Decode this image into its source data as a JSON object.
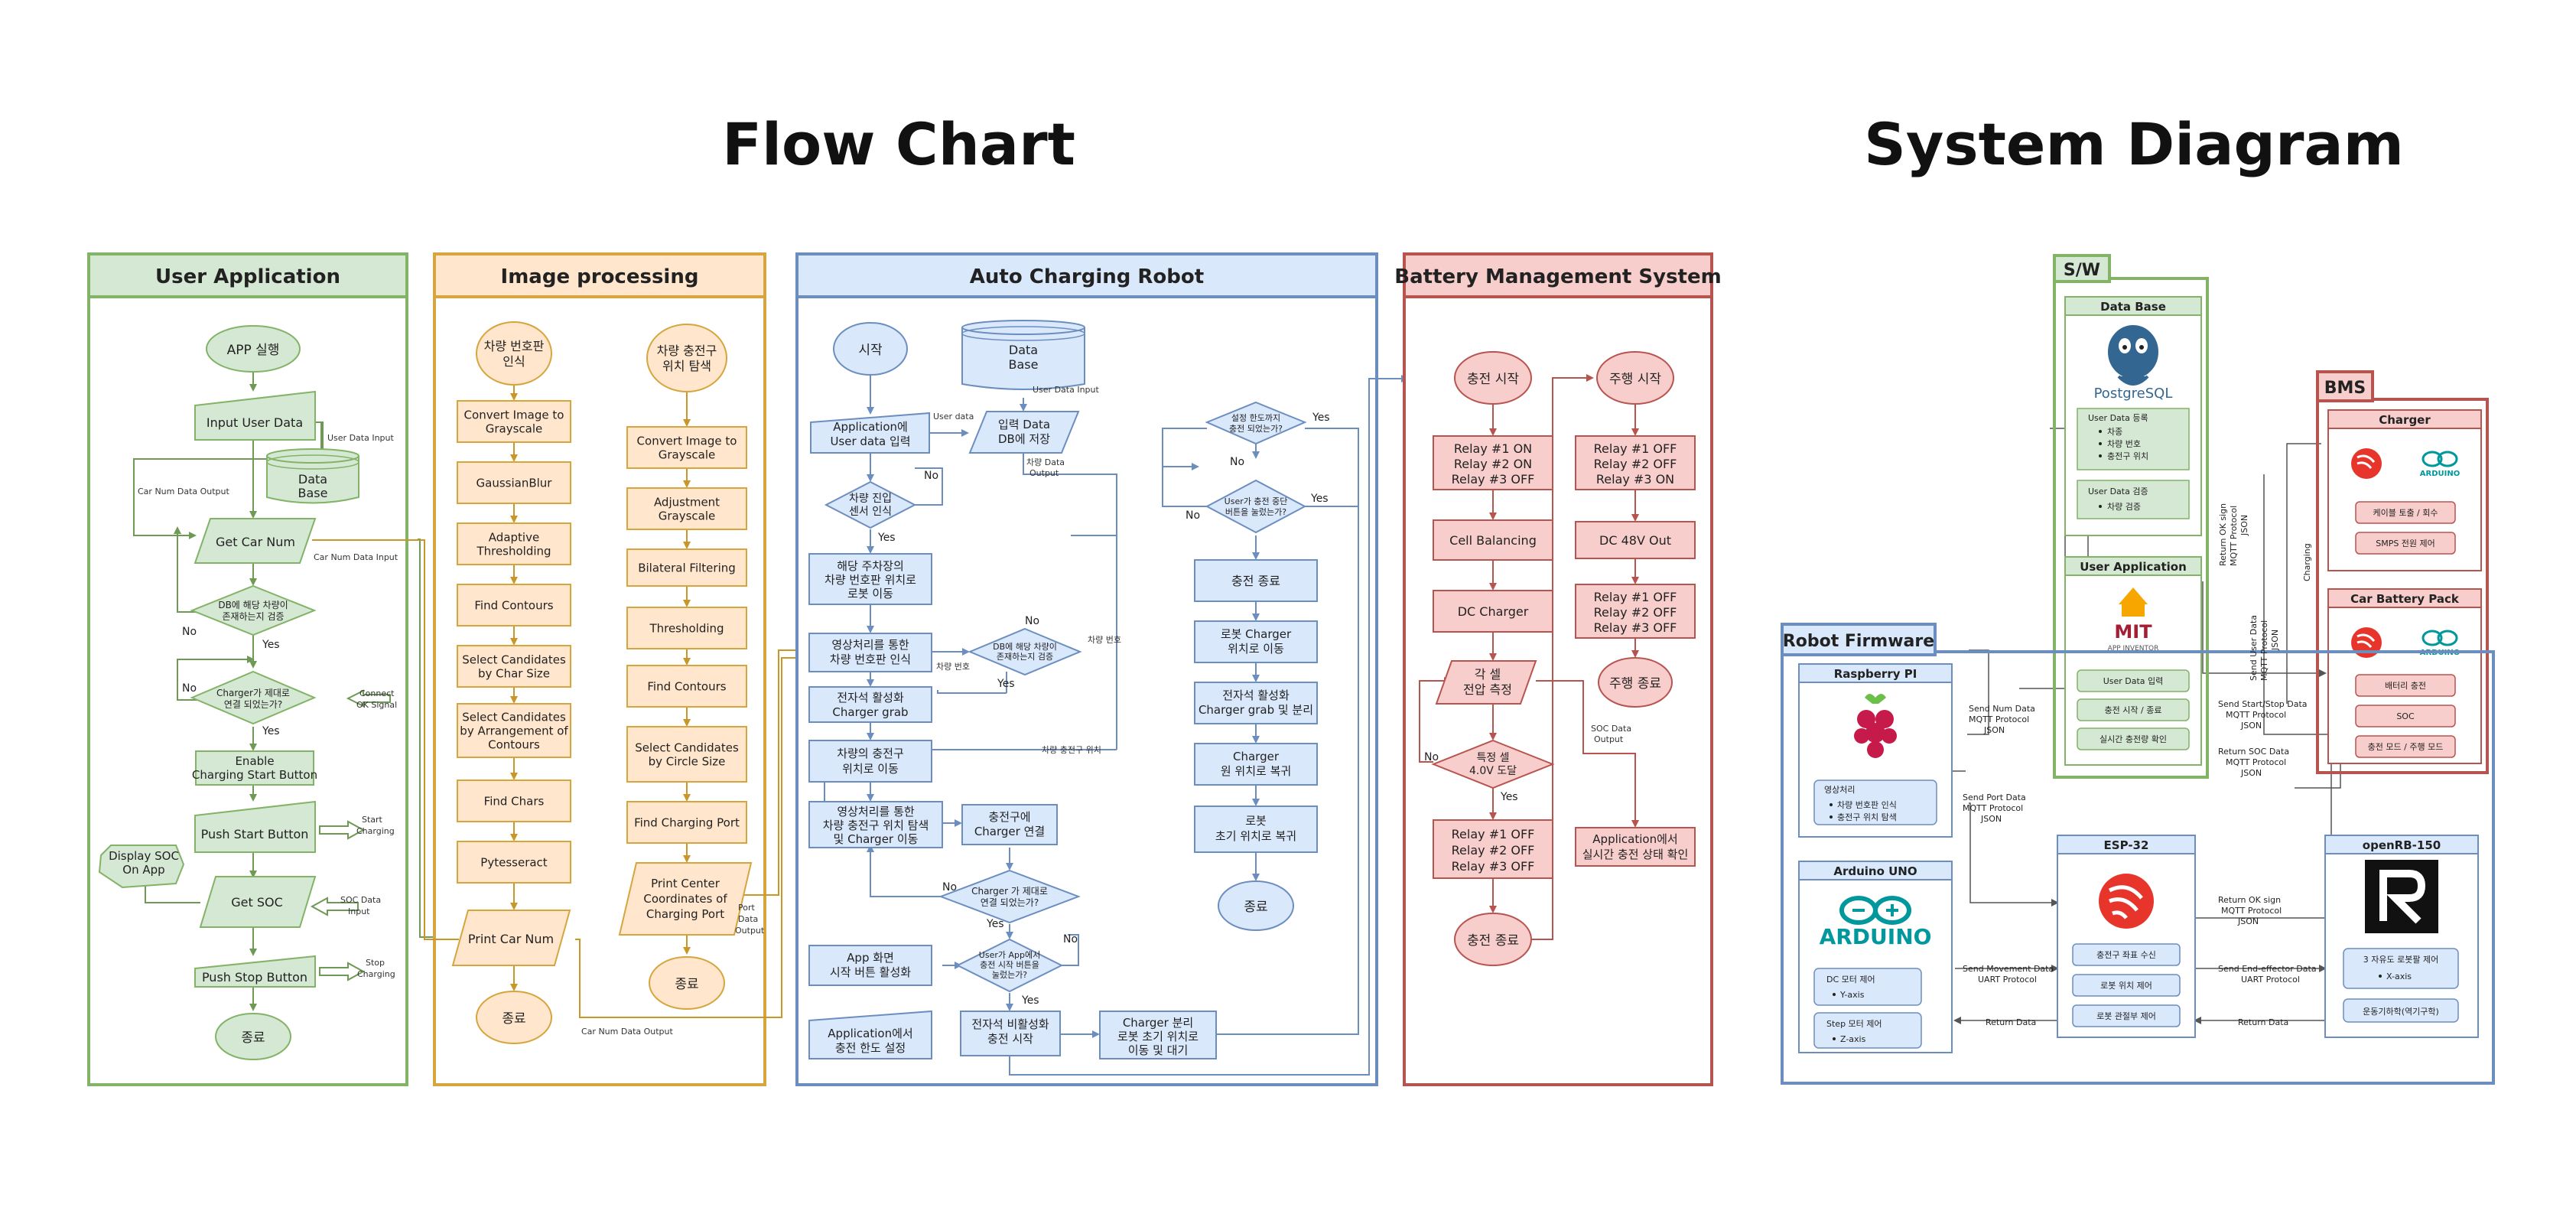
{
  "titles": {
    "left": "Flow Chart",
    "right": "System Diagram"
  },
  "user_app": {
    "header": "User Application",
    "start": "APP 실행",
    "input_user_data": "Input User Data",
    "user_data_input_label": "User Data Input",
    "database": [
      "Data",
      "Base"
    ],
    "car_num_data_output": "Car Num Data Output",
    "get_car_num": "Get Car Num",
    "car_num_data_input": "Car Num Data Input",
    "db_check": [
      "DB에 해당 차량이",
      "존재하는지 검증"
    ],
    "yes": "Yes",
    "no": "No",
    "charger_check": [
      "Charger가 제대로",
      "연결 되었는가?"
    ],
    "connect_ok": [
      "Connect",
      "OK Signal"
    ],
    "enable_button": [
      "Enable",
      "Charging Start Button"
    ],
    "push_start": "Push Start Button",
    "start_charging": [
      "Start",
      "Charging"
    ],
    "display_soc": [
      "Display SOC",
      "On App"
    ],
    "get_soc": "Get SOC",
    "soc_data_input": [
      "SOC Data",
      "Input"
    ],
    "push_stop": "Push Stop Button",
    "stop_charging": [
      "Stop",
      "Charging"
    ],
    "end": "종료"
  },
  "image_proc": {
    "header": "Image processing",
    "start_a": [
      "차량 번호판",
      "인식"
    ],
    "start_b": [
      "차량 충전구",
      "위치 탐색"
    ],
    "col_a": [
      [
        "Convert Image to",
        "Grayscale"
      ],
      [
        "GaussianBlur"
      ],
      [
        "Adaptive",
        "Thresholding"
      ],
      [
        "Find Contours"
      ],
      [
        "Select Candidates",
        "by Char Size"
      ],
      [
        "Select Candidates",
        "by Arrangement of",
        "Contours"
      ],
      [
        "Find Chars"
      ],
      [
        "Pytesseract"
      ]
    ],
    "print_car_num": "Print Car Num",
    "end_a": "종료",
    "col_b": [
      [
        "Convert Image to",
        "Grayscale"
      ],
      [
        "Adjustment",
        "Grayscale"
      ],
      [
        "Bilateral Filtering"
      ],
      [
        "Thresholding"
      ],
      [
        "Find Contours"
      ],
      [
        "Select Candidates",
        "by Circle Size"
      ],
      [
        "Find Charging Port"
      ]
    ],
    "print_center": [
      "Print Center",
      "Coordinates of",
      "Charging Port"
    ],
    "port_data_output": [
      "Port",
      "Data",
      "Output"
    ],
    "end_b": "종료",
    "car_num_data_output": "Car Num Data Output"
  },
  "robot": {
    "header": "Auto Charging Robot",
    "start": "시작",
    "database": [
      "Data",
      "Base"
    ],
    "user_data_input": "User Data Input",
    "app_input": [
      "Application에",
      "User data 입력"
    ],
    "user_data": "User data",
    "save_db": [
      "입력 Data",
      "DB에 저장"
    ],
    "car_data_output": [
      "차량 Data",
      "Output"
    ],
    "car_enter": [
      "차량 진입",
      "센서 인식"
    ],
    "move_robot": [
      "해당 주차장의",
      "차량 번호판 위치로",
      "로봇 이동"
    ],
    "recognize_plate": [
      "영상처리를 통한",
      "차량 번호판 인식"
    ],
    "car_number": "차량 번호",
    "db_check": [
      "DB에 해당 차량이",
      "존재하는지 검증"
    ],
    "magnet_grab": [
      "전자석 활성화",
      "Charger grab"
    ],
    "move_port": [
      "차량의 충전구",
      "위치로 이동"
    ],
    "port_position": "차량 충전구 위치",
    "search_port": [
      "영상처리를 통한",
      "차량 충전구 위치 탐색",
      "및 Charger 이동"
    ],
    "connect_charger": [
      "충전구에",
      "Charger 연결"
    ],
    "charger_connected": [
      "Charger 가 제대로",
      "연결 되었는가?"
    ],
    "app_start_btn": [
      "App 화면",
      "시작 버튼 활성화"
    ],
    "user_pressed": [
      "User가 App에서",
      "충전 시작 버튼을",
      "눌렀는가?"
    ],
    "app_limit": [
      "Application에서",
      "충전 한도 설정"
    ],
    "magnet_off": [
      "전자석 비활성화",
      "충전 시작"
    ],
    "charger_separate": [
      "Charger 분리",
      "로봇 초기 위치로",
      "이동 및 대기"
    ],
    "limit_reached": [
      "설정 한도까지",
      "충전 되었는가?"
    ],
    "user_stop": [
      "User가 충전 중단",
      "버튼을 눌렀는가?"
    ],
    "charge_end": "충전 종료",
    "robot_to_charger": [
      "로봇 Charger",
      "위치로 이동"
    ],
    "magnet_grab_sep": [
      "전자석 활성화",
      "Charger grab 및 분리"
    ],
    "charger_return": [
      "Charger",
      "원 위치로 복귀"
    ],
    "robot_return": [
      "로봇",
      "초기 위치로 복귀"
    ],
    "end": "종료",
    "yes": "Yes",
    "no": "No"
  },
  "bms": {
    "header": "Battery Management System",
    "charge_start": "충전 시작",
    "relays_a": [
      "Relay #1 ON",
      "Relay #2 ON",
      "Relay #3 OFF"
    ],
    "cell_balancing": "Cell Balancing",
    "dc_charger": "DC Charger",
    "measure": [
      "각 셀",
      "전압 측정"
    ],
    "threshold": [
      "특정 셀",
      "4.0V 도달"
    ],
    "relays_b": [
      "Relay #1 OFF",
      "Relay #2 OFF",
      "Relay #3 OFF"
    ],
    "charge_end": "충전 종료",
    "drive_start": "주행 시작",
    "relays_c": [
      "Relay #1 OFF",
      "Relay #2 OFF",
      "Relay #3 ON"
    ],
    "dc48": "DC 48V Out",
    "relays_d": [
      "Relay #1 OFF",
      "Relay #2 OFF",
      "Relay #3 OFF"
    ],
    "drive_end": "주행 종료",
    "soc_output": [
      "SOC Data",
      "Output"
    ],
    "app_check": [
      "Application에서",
      "실시간 충전 상태 확인"
    ],
    "yes": "Yes",
    "no": "No"
  },
  "system": {
    "sw_label": "S/W",
    "db_title": "Data Base",
    "postgres": "PostgreSQL",
    "user_reg": "User Data 등록",
    "user_reg_items": [
      "차종",
      "차량 번호",
      "충전구 위치"
    ],
    "user_verify": "User Data 검증",
    "user_verify_items": [
      "차량 검증"
    ],
    "user_app_title": "User Application",
    "mit": "MIT",
    "app_inventor": "APP INVENTOR",
    "app_buttons": [
      "User Data 입력",
      "충전 시작 / 종료",
      "실시간 충전량 확인"
    ],
    "bms_label": "BMS",
    "charger_title": "Charger",
    "charger_buttons": [
      "케이블 토출 / 회수",
      "SMPS 전원 제어"
    ],
    "battery_title": "Car Battery Pack",
    "battery_buttons": [
      "배터리 충전",
      "SOC",
      "충전 모드 / 주행 모드"
    ],
    "arduino": "ARDUINO",
    "robot_fw_label": "Robot Firmware",
    "rpi_title": "Raspberry PI",
    "rpi_box_title": "영상처리",
    "rpi_items": [
      "차량 번호판 인식",
      "충전구 위치 탐색"
    ],
    "uno_title": "Arduino UNO",
    "uno_dc": "DC 모터 제어",
    "uno_dc_item": "Y-axis",
    "uno_step": "Step 모터 제어",
    "uno_step_item": "Z-axis",
    "esp_title": "ESP-32",
    "esp_buttons": [
      "충전구 좌표 수신",
      "로봇 위치 제어",
      "로봇 관절부 제어"
    ],
    "orb_title": "openRB-150",
    "orb_box_title": "3 자유도 로봇팔 제어",
    "orb_item": "X-axis",
    "orb_kin": "운동기하학(역기구학)",
    "return_ok": [
      "Return OK sign",
      "MQTT Protocol",
      "JSON"
    ],
    "send_user_data": [
      "Send User Data",
      "MQTT Protocol",
      "JSON"
    ],
    "charging": "Charging",
    "send_num": [
      "Send Num Data",
      "MQTT Protocol",
      "JSON"
    ],
    "send_startstop": [
      "Send Start/Stop Data",
      "MQTT Protocol",
      "JSON"
    ],
    "return_soc": [
      "Return SOC Data",
      "MQTT Protocol",
      "JSON"
    ],
    "send_port": [
      "Send Port Data",
      "MQTT Protocol",
      "JSON"
    ],
    "return_ok2": [
      "Return OK sign",
      "MQTT Protocol",
      "JSON"
    ],
    "send_movement": [
      "Send Movement Data",
      "UART Protocol"
    ],
    "send_effector": [
      "Send End-effector Data",
      "UART Protocol"
    ],
    "return_data": "Return Data"
  }
}
